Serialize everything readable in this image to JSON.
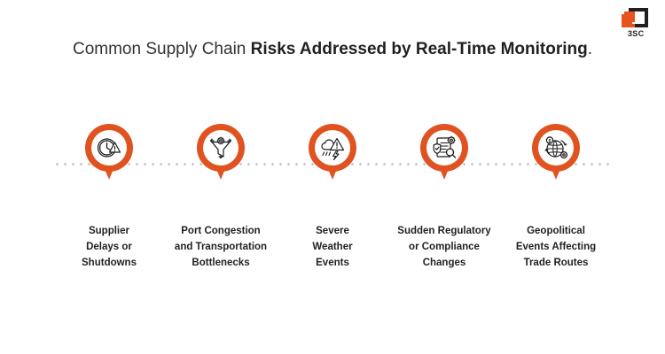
{
  "brand": {
    "logo_text": "3SC",
    "accent_color": "#e0521f",
    "dark_color": "#231f20"
  },
  "title": {
    "regular_part": "Common Supply Chain ",
    "bold_part": "Risks Addressed by Real-Time Monitoring",
    "period": "."
  },
  "timeline": {
    "connector": "dotted-line",
    "items": [
      {
        "icon": "clock-warning-icon",
        "label": "Supplier\nDelays or\nShutdowns"
      },
      {
        "icon": "funnel-gear-bottleneck-icon",
        "label": "Port Congestion\nand Transportation\nBottlenecks"
      },
      {
        "icon": "storm-cloud-warning-icon",
        "label": "Severe\nWeather\nEvents"
      },
      {
        "icon": "compliance-document-shield-icon",
        "label": "Sudden Regulatory\nor Compliance\nChanges"
      },
      {
        "icon": "globe-trade-coins-icon",
        "label": "Geopolitical\nEvents Affecting\nTrade Routes"
      }
    ]
  }
}
